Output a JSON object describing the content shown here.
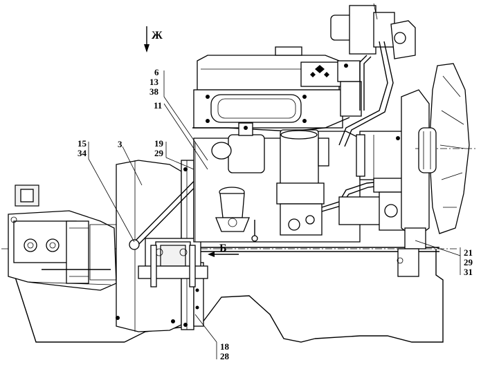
{
  "view_marks": {
    "top": "Ж",
    "section": "Б"
  },
  "callouts": {
    "c_6_13_38": [
      "6",
      "13",
      "38"
    ],
    "c_11": [
      "11"
    ],
    "c_15_34": [
      "15",
      "34"
    ],
    "c_3": [
      "3"
    ],
    "c_19_29": [
      "19",
      "29"
    ],
    "c_21_29_31": [
      "21",
      "29",
      "31"
    ],
    "c_18_28": [
      "18",
      "28"
    ]
  }
}
